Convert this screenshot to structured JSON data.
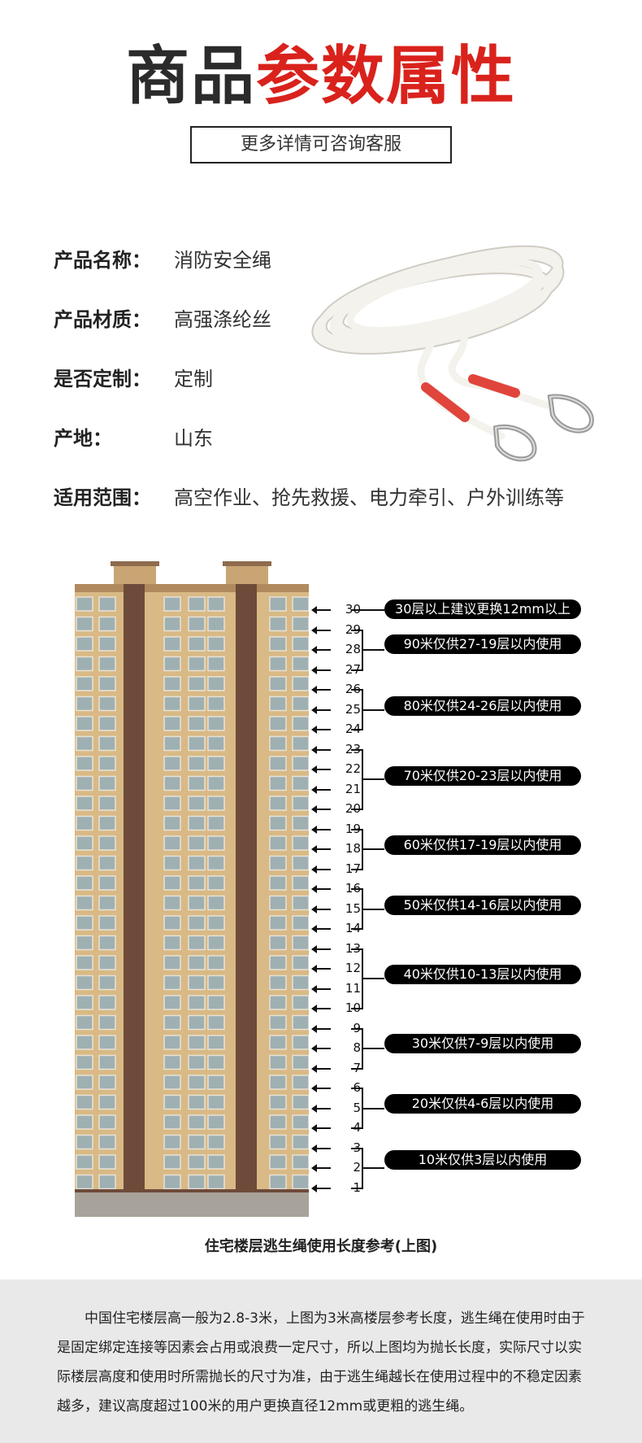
{
  "header": {
    "title_dark": "商品",
    "title_red": "参数属性",
    "consult_label": "更多详情可咨询客服"
  },
  "params": [
    {
      "key": "产品名称：",
      "value": "消防安全绳"
    },
    {
      "key": "产品材质：",
      "value": "高强涤纶丝"
    },
    {
      "key": "是否定制：",
      "value": "定制"
    },
    {
      "key": "产地：",
      "value": "山东"
    },
    {
      "key": "适用范围：",
      "value": "高空作业、抢先救援、电力牵引、户外训练等"
    }
  ],
  "floor_numbers": [
    "30",
    "29",
    "28",
    "27",
    "26",
    "25",
    "24",
    "23",
    "22",
    "21",
    "20",
    "19",
    "18",
    "17",
    "16",
    "15",
    "14",
    "13",
    "12",
    "11",
    "10",
    "9",
    "8",
    "7",
    "6",
    "5",
    "4",
    "3",
    "2",
    "1"
  ],
  "length_labels": [
    "30层以上建议更换12mm以上",
    "90米仅供27-19层以内使用",
    "80米仅供24-26层以内使用",
    "70米仅供20-23层以内使用",
    "60米仅供17-19层以内使用",
    "50米仅供14-16层以内使用",
    "40米仅供10-13层以内使用",
    "30米仅供7-9层以内使用",
    "20米仅供4-6层以内使用",
    "10米仅供3层以内使用"
  ],
  "caption": "住宅楼层逃生绳使用长度参考(上图)",
  "notes": "中国住宅楼层高一般为2.8-3米，上图为3米高楼层参考长度，逃生绳在使用时由于是固定绑定连接等因素会占用或浪费一定尺寸，所以上图均为抛长长度，实际尺寸以实际楼层高度和使用时所需抛长的尺寸为准，由于逃生绳越长在使用过程中的不稳定因素越多，建议高度超过100米的用户更换直径12mm或更粗的逃生绳。",
  "colors": {
    "accent_red": "#d9221c",
    "rope_white": "#f4f2ec",
    "rope_red_sleeve": "#e0453c",
    "building_tan": "#d9b985",
    "building_brown": "#6e4a3a"
  }
}
